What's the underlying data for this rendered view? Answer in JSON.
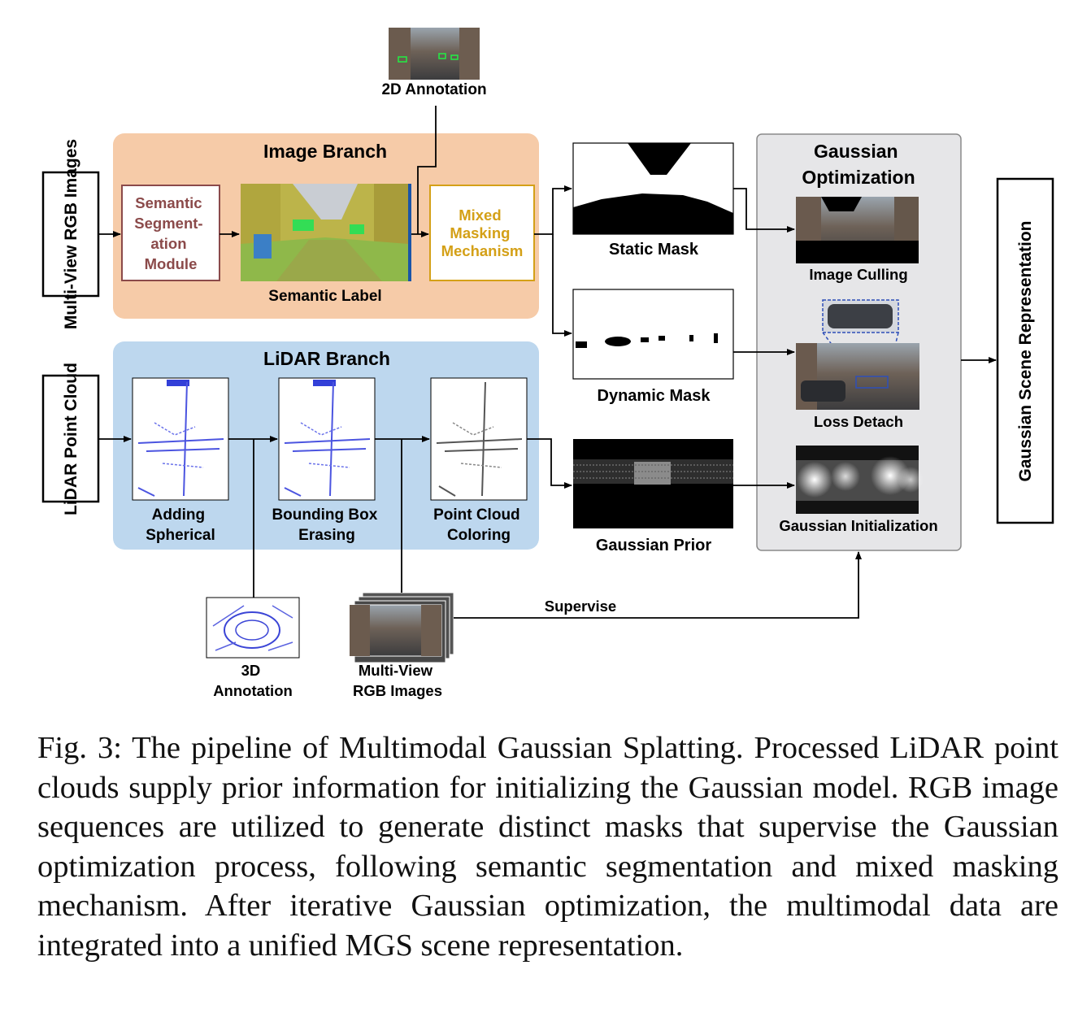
{
  "inputs": {
    "rgb": "Multi-View RGB Images",
    "lidar": "LiDAR Point Cloud"
  },
  "annotation_2d": "2D Annotation",
  "image_branch": {
    "title": "Image Branch",
    "segmentation_module": [
      "Semantic",
      "Segment-",
      "ation",
      "Module"
    ],
    "semantic_label": "Semantic Label",
    "mixed_masking": [
      "Mixed",
      "Masking",
      "Mechanism"
    ]
  },
  "lidar_branch": {
    "title": "LiDAR Branch",
    "steps": [
      [
        "Adding",
        "Spherical"
      ],
      [
        "Bounding Box",
        "Erasing"
      ],
      [
        "Point Cloud",
        "Coloring"
      ]
    ]
  },
  "masks": {
    "static": "Static Mask",
    "dynamic": "Dynamic Mask",
    "prior": "Gaussian Prior"
  },
  "optimization": {
    "title": [
      "Gaussian",
      "Optimization"
    ],
    "image_culling": "Image Culling",
    "loss_detach": "Loss Detach",
    "init": "Gaussian Initialization"
  },
  "output": "Gaussian Scene Representation",
  "bottom": {
    "annotation_3d": [
      "3D",
      "Annotation"
    ],
    "rgb_images": [
      "Multi-View",
      "RGB Images"
    ],
    "supervise": "Supervise"
  },
  "caption": "Fig. 3: The pipeline of Multimodal Gaussian Splatting. Processed LiDAR point clouds supply prior information for initializing the Gaussian model. RGB image sequences are utilized to generate distinct masks that supervise the Gaussian optimization process, following semantic segmentation and mixed masking mechanism. After iterative Gaussian optimization, the multimodal data are integrated into a unified MGS scene representation.",
  "colors": {
    "image_branch_bg": "#f6cba8",
    "lidar_branch_bg": "#bdd7ee",
    "optimization_bg": "#e6e6e8",
    "segmentation_text": "#8b4a4a",
    "masking_text": "#d4a017"
  }
}
